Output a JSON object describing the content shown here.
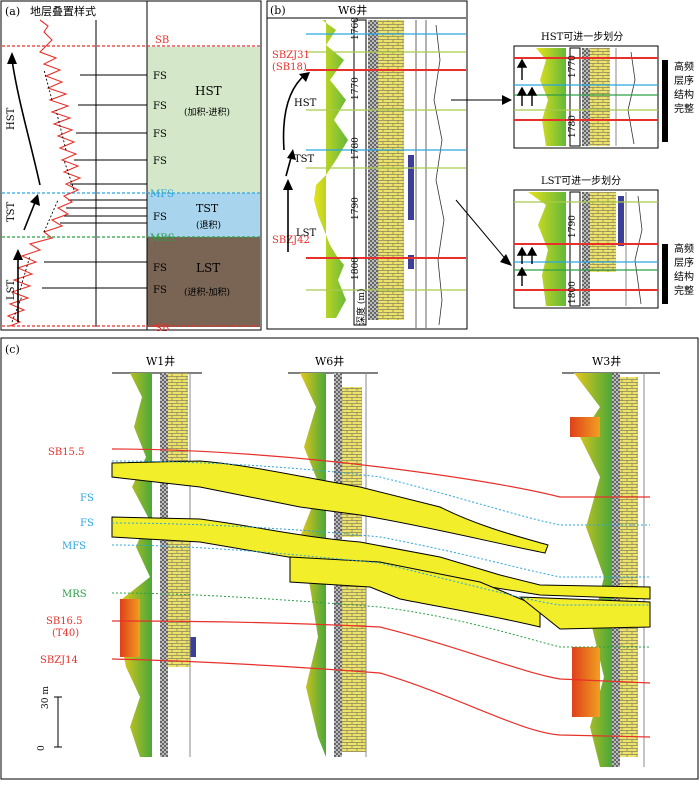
{
  "panel_a": {
    "tag": "(a)",
    "title": "地层叠置样式",
    "surfaces": {
      "sb_top": "SB",
      "mfs": "MFS",
      "mrs": "MRS",
      "sb_bottom": "SB"
    },
    "fs_label": "FS",
    "hst": {
      "name": "HST",
      "desc": "(加积-进积)"
    },
    "tst": {
      "name": "TST",
      "desc": "(退积)"
    },
    "lst": {
      "name": "LST",
      "desc": "(进积-加积)"
    },
    "side_labels": {
      "hst": "HST",
      "tst": "TST",
      "lst": "LST"
    },
    "colors": {
      "hst": "#d5e7c9",
      "tst": "#a9d4ee",
      "lst": "#7a6454",
      "sb": "#e8302a",
      "mfs": "#2aa6e0",
      "mrs": "#2ca048"
    }
  },
  "panel_b": {
    "tag": "(b)",
    "well": "W6井",
    "depths": [
      "1760",
      "1770",
      "1780",
      "1790",
      "1800"
    ],
    "depth_axis_label": "深度 (m)",
    "top_label_1": "SBZJ31",
    "top_label_2": "(SB18)",
    "bottom_label": "SBZJ42",
    "hst": "HST",
    "tst": "TST",
    "lst": "LST"
  },
  "panel_b_right": {
    "hst_title": "HST可进一步划分",
    "lst_title": "LST可进一步划分",
    "hst_depths": [
      "1770",
      "1780"
    ],
    "lst_depths": [
      "1790",
      "1800"
    ],
    "note_lines": [
      "高频",
      "层序",
      "结构",
      "完整"
    ]
  },
  "panel_c": {
    "tag": "(c)",
    "wells": [
      "W1井",
      "W6井",
      "W3井"
    ],
    "labels": {
      "sb155": "SB15.5",
      "fs1": "FS",
      "fs2": "FS",
      "mfs": "MFS",
      "mrs": "MRS",
      "sb165": "SB16.5",
      "t40": "(T40)",
      "sbzj14": "SBZJ14"
    },
    "scale": {
      "label": "30 m",
      "zero": "0"
    }
  }
}
